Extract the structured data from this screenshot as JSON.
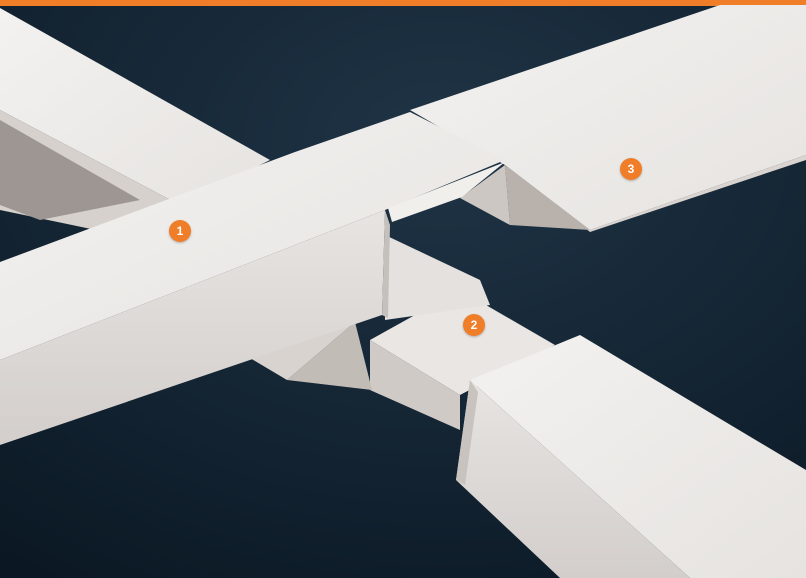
{
  "scene": {
    "subject": "cross-halving-joint-render",
    "background_color": "#10202f",
    "top_bar_color": "#f07d28",
    "member_color": "#eeecea",
    "member_shadow_color": "#c9c4c0",
    "member_dark_color": "#ada7a3"
  },
  "markers": [
    {
      "label": "1",
      "color": "#f07d28"
    },
    {
      "label": "2",
      "color": "#f07d28"
    },
    {
      "label": "3",
      "color": "#f07d28"
    }
  ]
}
